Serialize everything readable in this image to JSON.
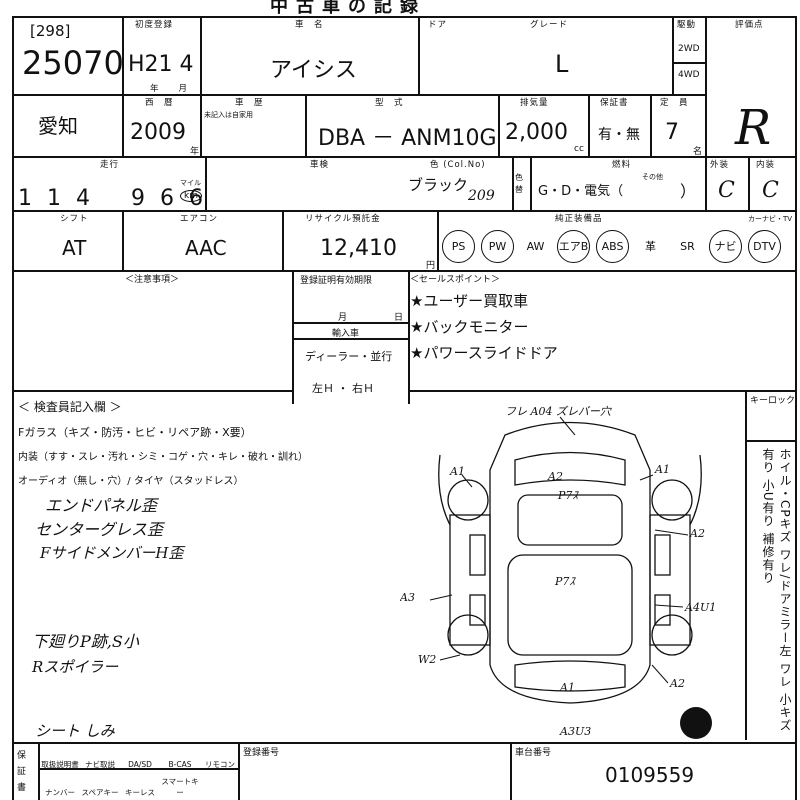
{
  "header_title": "中古車の記録",
  "lot_box": "[298]",
  "lot_number": "25070",
  "first_reg_label": "初度登録",
  "first_reg": "H21 4",
  "year_month_label": "年　　月",
  "car_name_label": "車　名",
  "car_name": "アイシス",
  "door_label": "ドア",
  "grade_label": "グレード",
  "grade": "L",
  "drive_label": "駆動",
  "drive_2wd": "2WD",
  "drive_4wd": "4WD",
  "score_label": "評価点",
  "region": "愛知",
  "western_year_label": "西　暦",
  "western_year": "2009",
  "nen": "年",
  "chassis_label": "車　歴",
  "chassis_note": "未記入は自家用",
  "model_label": "型　式",
  "model": "DBA － ANM10G",
  "displacement_label": "排気量",
  "displacement": "2,000",
  "cc": "cc",
  "warranty_label": "保証書",
  "warranty": "有・無",
  "capacity_label": "定　員",
  "capacity": "7",
  "mei": "名",
  "score": "R",
  "mileage_label": "走行",
  "mileage": "1 1 4 　9 6 6",
  "mile_unit": "マイル",
  "km_unit": "km",
  "inspection_label": "車検",
  "color_label": "色 (Col.No)",
  "color": "ブラック",
  "color_no": "209",
  "color_change": "色替",
  "fuel_label": "燃料",
  "fuel_options": "G・D・電気（",
  "fuel_other": "その他",
  "fuel_close": "）",
  "exterior_label": "外装",
  "exterior": "C",
  "interior_label": "内装",
  "interior": "C",
  "shift_label": "シフト",
  "shift": "AT",
  "aircon_label": "エアコン",
  "aircon": "AAC",
  "recycle_label": "リサイクル預託金",
  "recycle": "12,410",
  "yen": "円",
  "equipment_label": "純正装備品",
  "equipment": [
    "PS",
    "PW",
    "AW",
    "エアB",
    "ABS",
    "革",
    "SR",
    "ナビ",
    "DTV"
  ],
  "equipment_circled": [
    true,
    true,
    false,
    true,
    true,
    false,
    false,
    true,
    true
  ],
  "kt_label": "カーナビ・TV",
  "notes_label": "＜注意事項＞",
  "reg_valid_label": "登録証明有効期限",
  "month_label": "月",
  "day_label": "日",
  "import_label": "輸入車",
  "dealer": "ディーラー・並行",
  "steering": "左Ｈ ・ 右Ｈ",
  "sales_label": "＜セールスポイント＞",
  "sales_points": [
    "★ユーザー買取車",
    "★バックモニター",
    "★パワースライドドア"
  ],
  "inspector_label": "＜ 検査員記入欄 ＞",
  "inspector_lines": [
    "Fガラス（キズ・防汚・ヒビ・リペア跡・X要）",
    "内装（すす・スレ・汚れ・シミ・コゲ・穴・キレ・破れ・訓れ）",
    "オーディオ（無し・穴）/ タイヤ（スタッドレス）"
  ],
  "hand_notes": [
    "エンドパネル歪",
    "センターグレス歪",
    "FサイドメンバーH歪",
    "下廻りP跡,S小",
    "Rスポイラー",
    "シート しみ"
  ],
  "keyless_label": "キーロック",
  "side_vertical": "ホイル・CPキズ ワレ/ドアミラー左 ワレ 小キズ有り 小U有り 補修有り",
  "diagram_marks": [
    "フレ A04 ズレバー穴",
    "A1",
    "A2",
    "A1",
    "A2",
    "A3",
    "A4U1",
    "W2",
    "A1",
    "A2",
    "A3U3",
    "P7ｽ",
    "P7ｽ"
  ],
  "bottom_row1": [
    "取扱説明書",
    "ナビ取説",
    "DA/SD",
    "B-CAS",
    "リモコン"
  ],
  "bottom_row2": [
    "ナンバー",
    "スペアキー",
    "キーレス",
    "スマートキー"
  ],
  "bottom_left_label": "保証書",
  "reg_no_label": "登録番号",
  "chassis_no_label": "車台番号",
  "chassis_no": "0109559"
}
